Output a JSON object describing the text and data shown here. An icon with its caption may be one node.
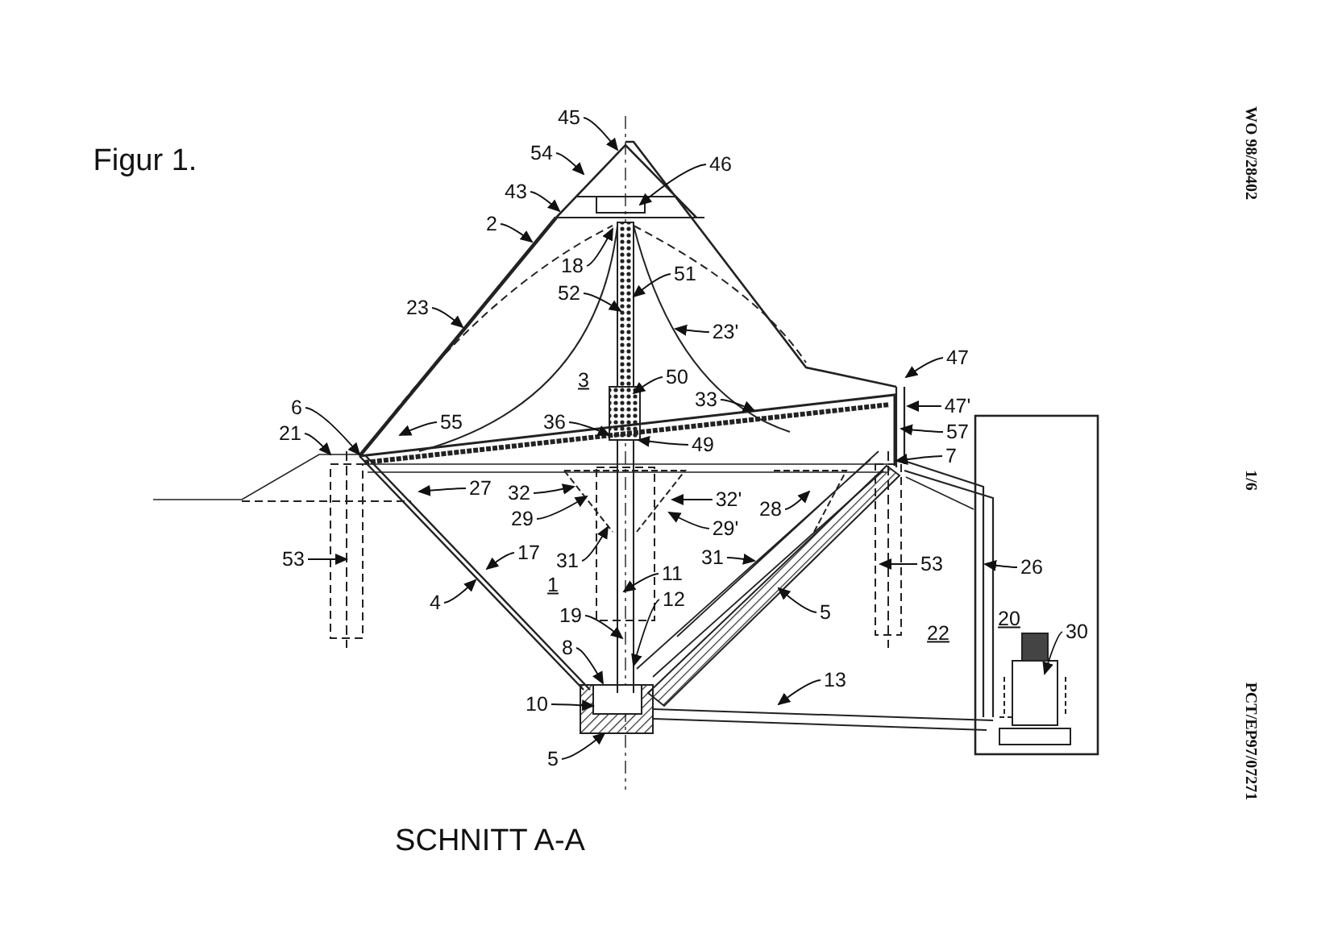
{
  "diagram": {
    "title": "Figur 1.",
    "caption": "SCHNITT A-A",
    "nodes": [
      {
        "text": [
          "45"
        ]
      },
      {
        "text": [
          "54"
        ]
      },
      {
        "text": [
          "46"
        ]
      },
      {
        "text": [
          "43"
        ]
      },
      {
        "text": [
          "2"
        ]
      },
      {
        "text": [
          "18"
        ]
      },
      {
        "text": [
          "51"
        ]
      },
      {
        "text": [
          "52"
        ]
      },
      {
        "text": [
          "23"
        ]
      },
      {
        "text": [
          "23'"
        ]
      },
      {
        "text": [
          "47"
        ]
      },
      {
        "text": [
          "50"
        ]
      },
      {
        "text": [
          "33"
        ]
      },
      {
        "text": [
          "36"
        ]
      },
      {
        "text": [
          "6"
        ]
      },
      {
        "text": [
          "47'"
        ]
      },
      {
        "text": [
          "55"
        ]
      },
      {
        "text": [
          "57"
        ]
      },
      {
        "text": [
          "21"
        ]
      },
      {
        "text": [
          "49"
        ]
      },
      {
        "text": [
          "7"
        ]
      },
      {
        "text": [
          "27"
        ]
      },
      {
        "text": [
          "32"
        ]
      },
      {
        "text": [
          "32'"
        ]
      },
      {
        "text": [
          "28"
        ]
      },
      {
        "text": [
          "29"
        ]
      },
      {
        "text": [
          "29'"
        ]
      },
      {
        "text": [
          "31"
        ]
      },
      {
        "text": [
          "17"
        ]
      },
      {
        "text": [
          "31"
        ]
      },
      {
        "text": [
          "53"
        ]
      },
      {
        "text": [
          "53"
        ]
      },
      {
        "text": [
          "11"
        ]
      },
      {
        "text": [
          "26"
        ]
      },
      {
        "text": [
          "12"
        ]
      },
      {
        "text": [
          "4"
        ]
      },
      {
        "text": [
          "5"
        ]
      },
      {
        "text": [
          "30"
        ]
      },
      {
        "text": [
          "19"
        ]
      },
      {
        "text": [
          "8"
        ]
      },
      {
        "text": [
          "13"
        ]
      },
      {
        "text": [
          "10"
        ]
      },
      {
        "text": [
          "5"
        ]
      }
    ],
    "edges": [
      {
        "from": 0,
        "to": null,
        "arrow": "to"
      },
      {
        "from": 1,
        "to": null,
        "arrow": "to"
      },
      {
        "from": 2,
        "to": null,
        "arrow": "to"
      },
      {
        "from": 3,
        "to": null,
        "arrow": "to"
      },
      {
        "from": 4,
        "to": null,
        "arrow": "to"
      },
      {
        "from": 5,
        "to": null,
        "arrow": "to"
      },
      {
        "from": 6,
        "to": null,
        "arrow": "to"
      },
      {
        "from": 7,
        "to": null,
        "arrow": "to"
      },
      {
        "from": 8,
        "to": null,
        "arrow": "to"
      },
      {
        "from": 9,
        "to": null,
        "arrow": "to"
      },
      {
        "from": 10,
        "to": null,
        "arrow": "to"
      },
      {
        "from": 11,
        "to": null,
        "arrow": "to"
      },
      {
        "from": 12,
        "to": null,
        "arrow": "to"
      },
      {
        "from": 13,
        "to": null,
        "arrow": "to"
      },
      {
        "from": 14,
        "to": null,
        "arrow": "to"
      },
      {
        "from": 15,
        "to": null,
        "arrow": "to"
      },
      {
        "from": 16,
        "to": null,
        "arrow": "to"
      },
      {
        "from": 17,
        "to": null,
        "arrow": "to"
      },
      {
        "from": 18,
        "to": null,
        "arrow": "to"
      },
      {
        "from": 19,
        "to": null,
        "arrow": "to"
      },
      {
        "from": 20,
        "to": null,
        "arrow": "to"
      },
      {
        "from": 21,
        "to": null,
        "arrow": "to"
      },
      {
        "from": 22,
        "to": null,
        "arrow": "to"
      },
      {
        "from": 23,
        "to": null,
        "arrow": "to"
      },
      {
        "from": 24,
        "to": null,
        "arrow": "to"
      },
      {
        "from": 25,
        "to": null,
        "arrow": "to"
      },
      {
        "from": 26,
        "to": null,
        "arrow": "to"
      },
      {
        "from": 27,
        "to": null,
        "arrow": "to"
      },
      {
        "from": 28,
        "to": null,
        "arrow": "to"
      },
      {
        "from": 29,
        "to": null,
        "arrow": "to"
      },
      {
        "from": 30,
        "to": null,
        "arrow": "to"
      },
      {
        "from": 31,
        "to": null,
        "arrow": "to"
      },
      {
        "from": 32,
        "to": null,
        "arrow": "to"
      },
      {
        "from": 33,
        "to": null,
        "arrow": "to"
      },
      {
        "from": 34,
        "to": null,
        "arrow": "to"
      },
      {
        "from": 35,
        "to": null,
        "arrow": "to"
      },
      {
        "from": 36,
        "to": null,
        "arrow": "to"
      },
      {
        "from": 37,
        "to": null,
        "arrow": "to"
      },
      {
        "from": 38,
        "to": null,
        "arrow": "to"
      },
      {
        "from": 39,
        "to": null,
        "arrow": "to"
      },
      {
        "from": 40,
        "to": null,
        "arrow": "to"
      },
      {
        "from": 41,
        "to": null,
        "arrow": "to"
      },
      {
        "from": 42,
        "to": null,
        "arrow": "to"
      }
    ],
    "labels": [
      "WO 98/28402",
      "3",
      "1/6",
      "1",
      "22",
      "20",
      "PCT/EP97/07271"
    ]
  }
}
